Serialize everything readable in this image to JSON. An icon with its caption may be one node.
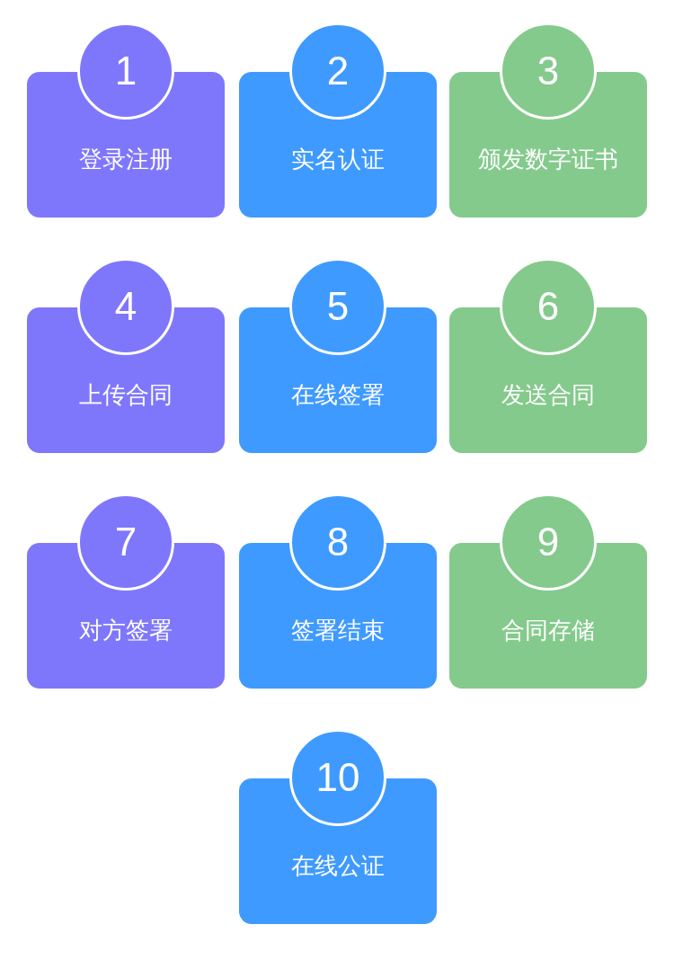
{
  "diagram": {
    "nodes": [
      {
        "text": [
          "1"
        ]
      },
      {
        "text": [
          "登录注册"
        ]
      },
      {
        "text": [
          "2"
        ]
      },
      {
        "text": [
          "实名认证"
        ]
      },
      {
        "text": [
          "3"
        ]
      },
      {
        "text": [
          "颁发数字证书"
        ]
      },
      {
        "text": [
          "4"
        ]
      },
      {
        "text": [
          "上传合同"
        ]
      },
      {
        "text": [
          "5"
        ]
      },
      {
        "text": [
          "在线签署"
        ]
      },
      {
        "text": [
          "6"
        ]
      },
      {
        "text": [
          "发送合同"
        ]
      },
      {
        "text": [
          "7"
        ]
      },
      {
        "text": [
          "对方签署"
        ]
      },
      {
        "text": [
          "8"
        ]
      },
      {
        "text": [
          "签署结束"
        ]
      },
      {
        "text": [
          "9"
        ]
      },
      {
        "text": [
          "合同存储"
        ]
      },
      {
        "text": [
          "10"
        ]
      },
      {
        "text": [
          "在线公证"
        ]
      }
    ],
    "edges": []
  }
}
